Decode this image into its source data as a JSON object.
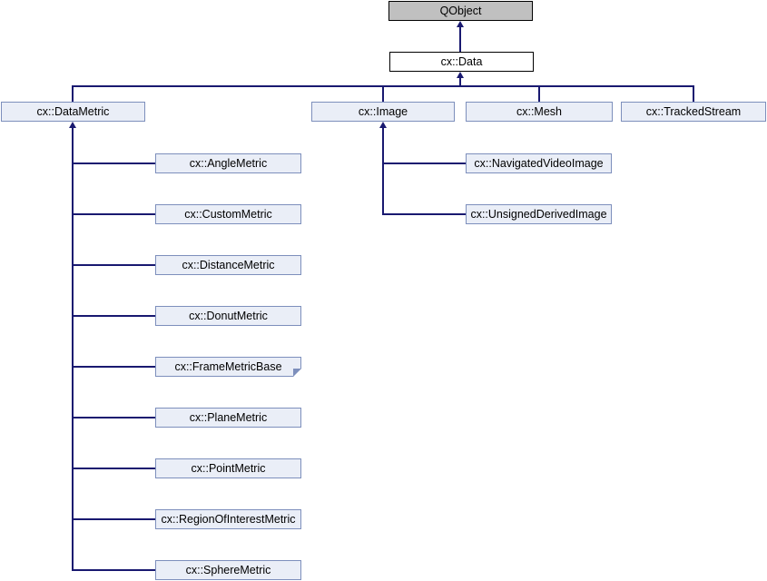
{
  "diagram": {
    "kind": "class-inheritance-graph",
    "colors": {
      "edge": "#191970",
      "linked_node_fill": "#eaeef7",
      "linked_node_border": "#7d8fbc",
      "root_node_fill": "#c0c0c0",
      "plain_node_fill": "#ffffff",
      "text": "#000000"
    }
  },
  "nodes": {
    "qobject": {
      "label": "QObject"
    },
    "data": {
      "label": "cx::Data"
    },
    "datametric": {
      "label": "cx::DataMetric"
    },
    "image": {
      "label": "cx::Image"
    },
    "mesh": {
      "label": "cx::Mesh"
    },
    "trackedstream": {
      "label": "cx::TrackedStream"
    },
    "anglemetric": {
      "label": "cx::AngleMetric"
    },
    "custommetric": {
      "label": "cx::CustomMetric"
    },
    "distancemetric": {
      "label": "cx::DistanceMetric"
    },
    "donutmetric": {
      "label": "cx::DonutMetric"
    },
    "framemetricbase": {
      "label": "cx::FrameMetricBase",
      "truncated": true
    },
    "planemetric": {
      "label": "cx::PlaneMetric"
    },
    "pointmetric": {
      "label": "cx::PointMetric"
    },
    "regionofinterestmetric": {
      "label": "cx::RegionOfInterestMetric"
    },
    "spheremetric": {
      "label": "cx::SphereMetric"
    },
    "navigatedvideoimage": {
      "label": "cx::NavigatedVideoImage"
    },
    "unsignedderivedimage": {
      "label": "cx::UnsignedDerivedImage"
    }
  },
  "hierarchy": {
    "QObject": [
      "cx::Data"
    ],
    "cx::Data": [
      "cx::DataMetric",
      "cx::Image",
      "cx::Mesh",
      "cx::TrackedStream"
    ],
    "cx::DataMetric": [
      "cx::AngleMetric",
      "cx::CustomMetric",
      "cx::DistanceMetric",
      "cx::DonutMetric",
      "cx::FrameMetricBase",
      "cx::PlaneMetric",
      "cx::PointMetric",
      "cx::RegionOfInterestMetric",
      "cx::SphereMetric"
    ],
    "cx::Image": [
      "cx::NavigatedVideoImage",
      "cx::UnsignedDerivedImage"
    ]
  }
}
